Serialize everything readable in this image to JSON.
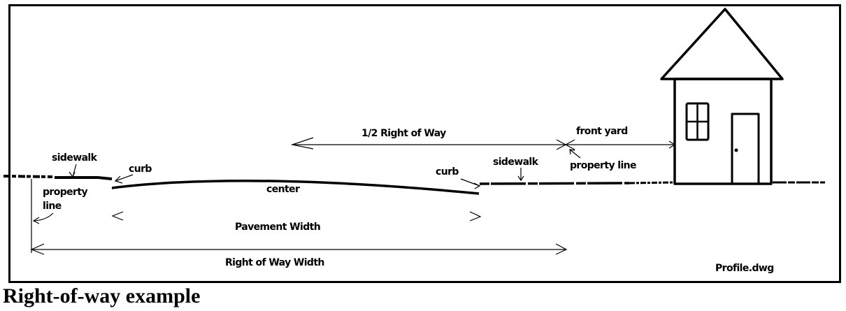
{
  "diagram": {
    "labels": {
      "sidewalk_left": "sidewalk",
      "curb_left": "curb",
      "property_line_left_1": "property",
      "property_line_left_2": "line",
      "center": "center",
      "pavement_width": "Pavement Width",
      "right_of_way_width": "Right of Way Width",
      "half_right_of_way": "1/2 Right of Way",
      "curb_right": "curb",
      "sidewalk_right": "sidewalk",
      "front_yard": "front yard",
      "property_line_right": "property line",
      "filename": "Profile.dwg"
    }
  },
  "caption": "Right-of-way example",
  "colors": {
    "ink": "#000000",
    "background": "#ffffff"
  }
}
